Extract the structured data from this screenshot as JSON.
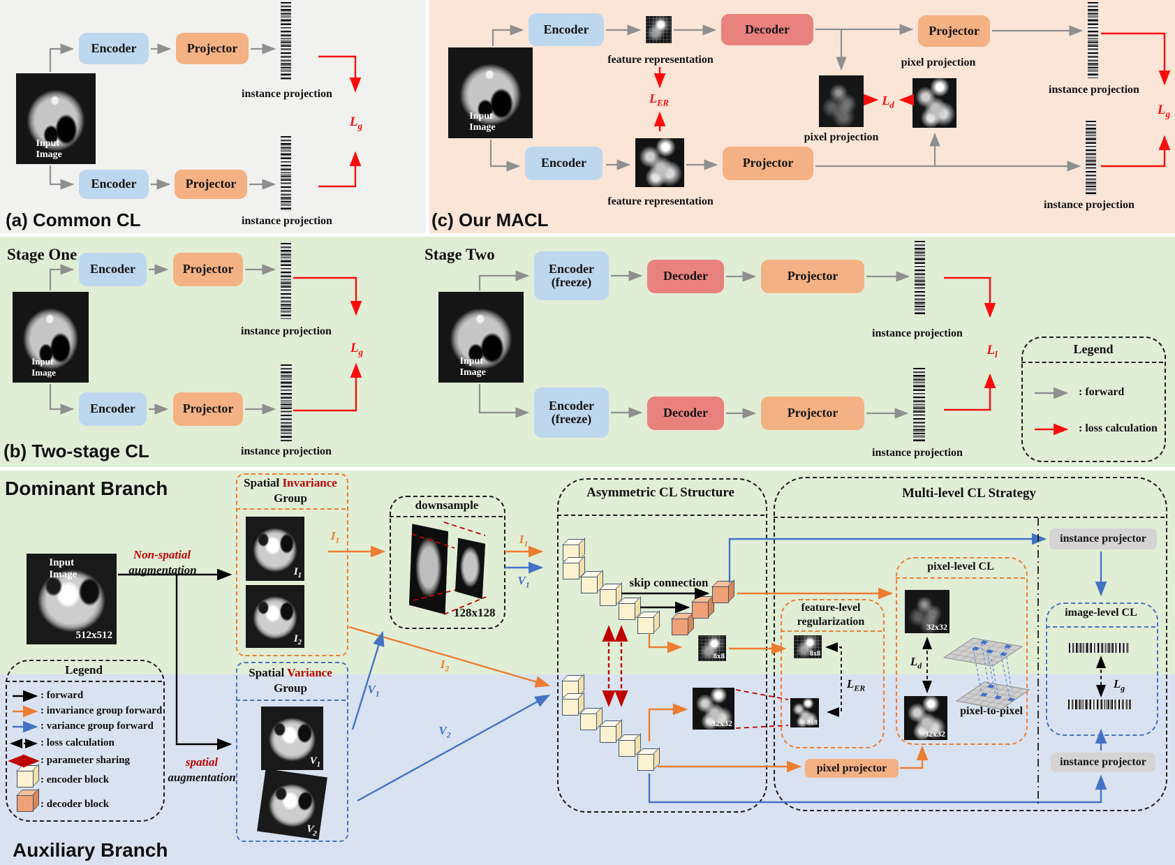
{
  "colors": {
    "encoder_box": "#bdd7ee",
    "projector_box": "#f4b183",
    "decoder_box": "#e9817e",
    "gray_box": "#d6d3d4",
    "loss_red": "#fb0d0d",
    "word_red": "#c00404",
    "orange": "#ed7d31",
    "blue": "#4472c4",
    "bg_a": "#f1f1ef",
    "bg_c": "#fbe5d6",
    "bg_green": "#e1eed6",
    "bg_blue": "#d9e2f0"
  },
  "shared": {
    "encoder": "Encoder",
    "projector": "Projector",
    "decoder": "Decoder",
    "encoder_freeze": [
      "Encoder",
      "(freeze)"
    ],
    "input_image": "Input Image",
    "instance_projection": "instance projection",
    "feature_representation": "feature representation",
    "pixel_projection": "pixel projection"
  },
  "losses": {
    "lg": {
      "base": "L",
      "sub": "g"
    },
    "ll": {
      "base": "L",
      "sub": "l"
    },
    "ld": {
      "base": "L",
      "sub": "d"
    },
    "ler": {
      "base": "L",
      "sub": "ER"
    }
  },
  "vars": {
    "i1": {
      "base": "I",
      "sub": "1"
    },
    "i2": {
      "base": "I",
      "sub": "2"
    },
    "v1": {
      "base": "V",
      "sub": "1"
    },
    "v2": {
      "base": "V",
      "sub": "2"
    }
  },
  "sizes": {
    "input": "512x512",
    "downsample": "128x128",
    "feat8": "8x8",
    "feat32": "32x32"
  },
  "section_a": {
    "title": "(a) Common CL"
  },
  "section_b": {
    "title": "(b) Two-stage CL",
    "stage_one": "Stage One",
    "stage_two": "Stage Two",
    "legend": {
      "title": "Legend",
      "forward": ": forward",
      "loss": ": loss calculation"
    }
  },
  "section_c": {
    "title": "(c) Our MACL"
  },
  "bottom": {
    "dominant": "Dominant Branch",
    "auxiliary": "Auxiliary Branch",
    "non_spatial": [
      "Non-spatial",
      "augmentation"
    ],
    "spatial": [
      "spatial",
      "augmentation"
    ],
    "invariance": {
      "prefix": "Spatial",
      "highlight": "Invariance",
      "suffix": "Group"
    },
    "variance": {
      "prefix": "Spatial",
      "highlight": "Variance",
      "suffix": "Group"
    },
    "downsample": "downsample",
    "asymmetric": "Asymmetric CL Structure",
    "skip": "skip connection",
    "multilevel": "Multi-level CL Strategy",
    "feature_reg": [
      "feature-level",
      "regularization"
    ],
    "pixel_cl": "pixel-level CL",
    "image_cl": "image-level CL",
    "pixel_to_pixel": "pixel-to-pixel",
    "instance_projector": "instance projector",
    "pixel_projector": "pixel projector",
    "legend": {
      "title": "Legend",
      "items": [
        {
          "label": ": forward"
        },
        {
          "label": ": invariance group forward"
        },
        {
          "label": ": variance group forward"
        },
        {
          "label": ": loss calculation"
        },
        {
          "label": ": parameter sharing"
        },
        {
          "label": ": encoder block"
        },
        {
          "label": ": decoder block"
        }
      ]
    }
  }
}
